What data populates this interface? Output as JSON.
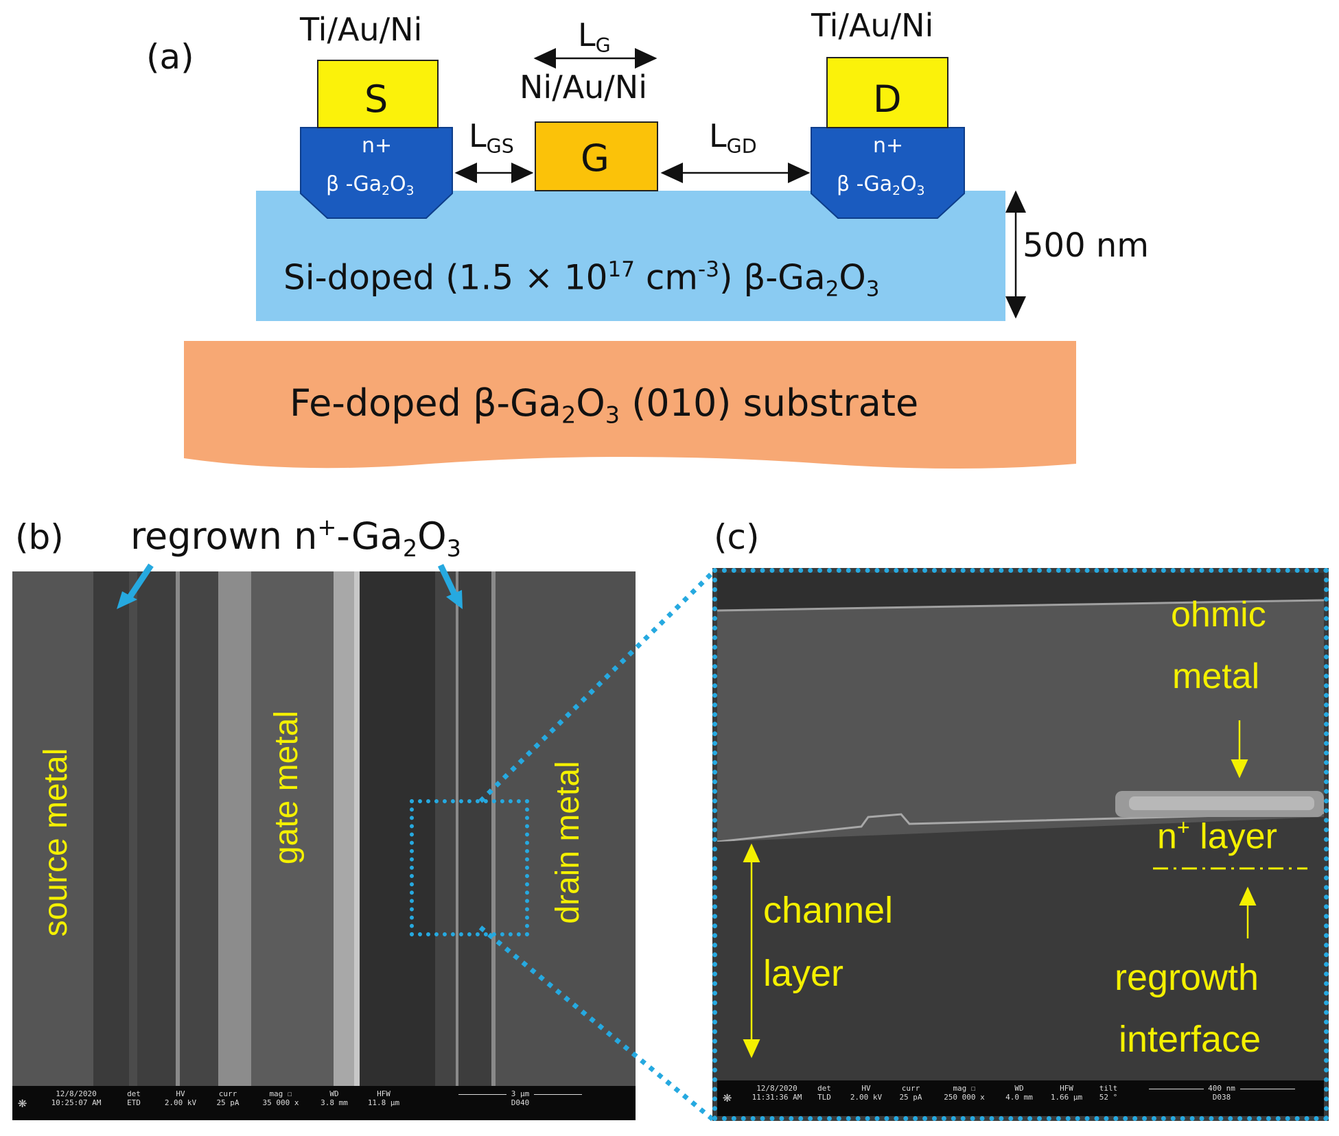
{
  "panel_a": {
    "label": "(a)",
    "source_metal": "Ti/Au/Ni",
    "drain_metal": "Ti/Au/Ni",
    "gate_metal": "Ni/Au/Ni",
    "source": "S",
    "gate": "G",
    "drain": "D",
    "lg": "L",
    "lg_sub": "G",
    "lgs": "L",
    "lgs_sub": "GS",
    "lgd": "L",
    "lgd_sub": "GD",
    "nplus": "n+",
    "contact_prefix": "β -Ga",
    "sub2": "2",
    "o": "O",
    "sub3": "3",
    "thickness": "500 nm",
    "channel_prefix": "Si-doped (1.5 × 10",
    "channel_exp": "17",
    "channel_mid": " cm",
    "channel_exp2": "-3",
    "channel_suffix": ") β-Ga",
    "substrate_prefix": "Fe-doped β-Ga",
    "substrate_suffix": " (010) substrate",
    "colors": {
      "metal_sd": "#fbf20a",
      "metal_g": "#fbc209",
      "nplus": "#1a5bbf",
      "channel": "#8acbf2",
      "substrate": "#f7a874"
    }
  },
  "panel_b": {
    "label": "(b)",
    "regrown_prefix": "regrown n",
    "regrown_sup": "+",
    "regrown_mid": "-Ga",
    "source_metal": "source metal",
    "gate_metal": "gate metal",
    "drain_metal": "drain metal",
    "databar": {
      "date": "12/8/2020",
      "time": "10:25:07 AM",
      "det_h": "det",
      "det": "ETD",
      "hv_h": "HV",
      "hv": "2.00 kV",
      "curr_h": "curr",
      "curr": "25 pA",
      "mag_h": "mag ☐",
      "mag": "35 000 x",
      "wd_h": "WD",
      "wd": "3.8 mm",
      "hfw_h": "HFW",
      "hfw": "11.8 µm",
      "scale": "3 µm",
      "id": "D040"
    }
  },
  "panel_c": {
    "label": "(c)",
    "ohmic1": "ohmic",
    "ohmic2": "metal",
    "nplus_prefix": "n",
    "nplus_sup": "+",
    "nplus_suffix": " layer",
    "channel1": "channel",
    "channel2": "layer",
    "regrowth1": "regrowth",
    "regrowth2": "interface",
    "databar": {
      "date": "12/8/2020",
      "time": "11:31:36 AM",
      "det_h": "det",
      "det": "TLD",
      "hv_h": "HV",
      "hv": "2.00 kV",
      "curr_h": "curr",
      "curr": "25 pA",
      "mag_h": "mag ☐",
      "mag": "250 000 x",
      "wd_h": "WD",
      "wd": "4.0 mm",
      "hfw_h": "HFW",
      "hfw": "1.66 µm",
      "tilt_h": "tilt",
      "tilt": "52 °",
      "scale": "400 nm",
      "id": "D038"
    }
  },
  "colors": {
    "annotation_yellow": "#f4f000",
    "highlight_cyan": "#26a9e0",
    "sem_bg": "#3a3a3a"
  }
}
